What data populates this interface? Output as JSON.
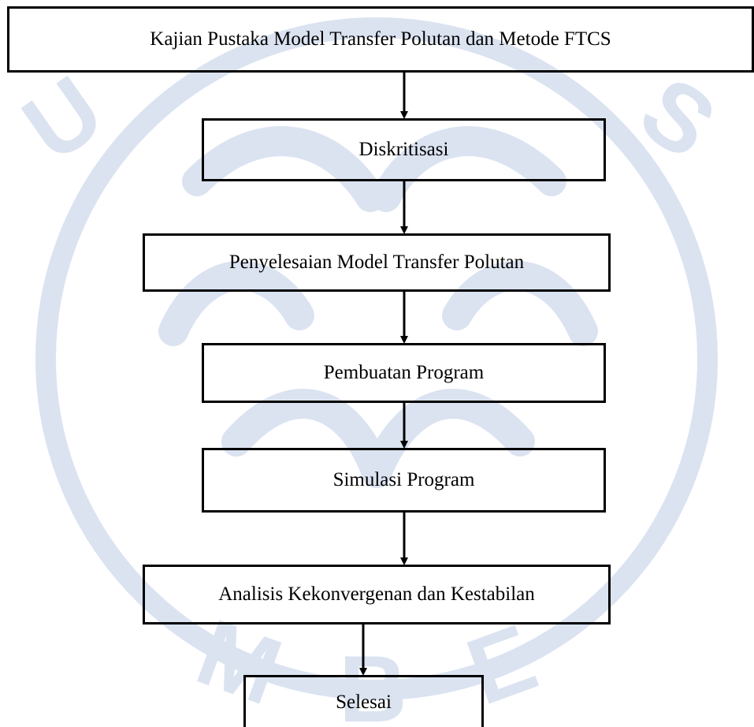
{
  "flowchart": {
    "steps": [
      {
        "id": "kajian-pustaka",
        "label": "Kajian Pustaka Model Transfer Polutan dan Metode FTCS"
      },
      {
        "id": "diskritisasi",
        "label": "Diskritisasi"
      },
      {
        "id": "penyelesaian",
        "label": "Penyelesaian Model Transfer Polutan"
      },
      {
        "id": "pembuatan-program",
        "label": "Pembuatan Program"
      },
      {
        "id": "simulasi-program",
        "label": "Simulasi Program"
      },
      {
        "id": "analisis",
        "label": "Analisis Kekonvergenan dan Kestabilan"
      },
      {
        "id": "selesai",
        "label": "Selesai"
      }
    ],
    "colors": {
      "stroke": "#000000",
      "watermark": "#dbe3f1",
      "background": "#ffffff"
    }
  }
}
